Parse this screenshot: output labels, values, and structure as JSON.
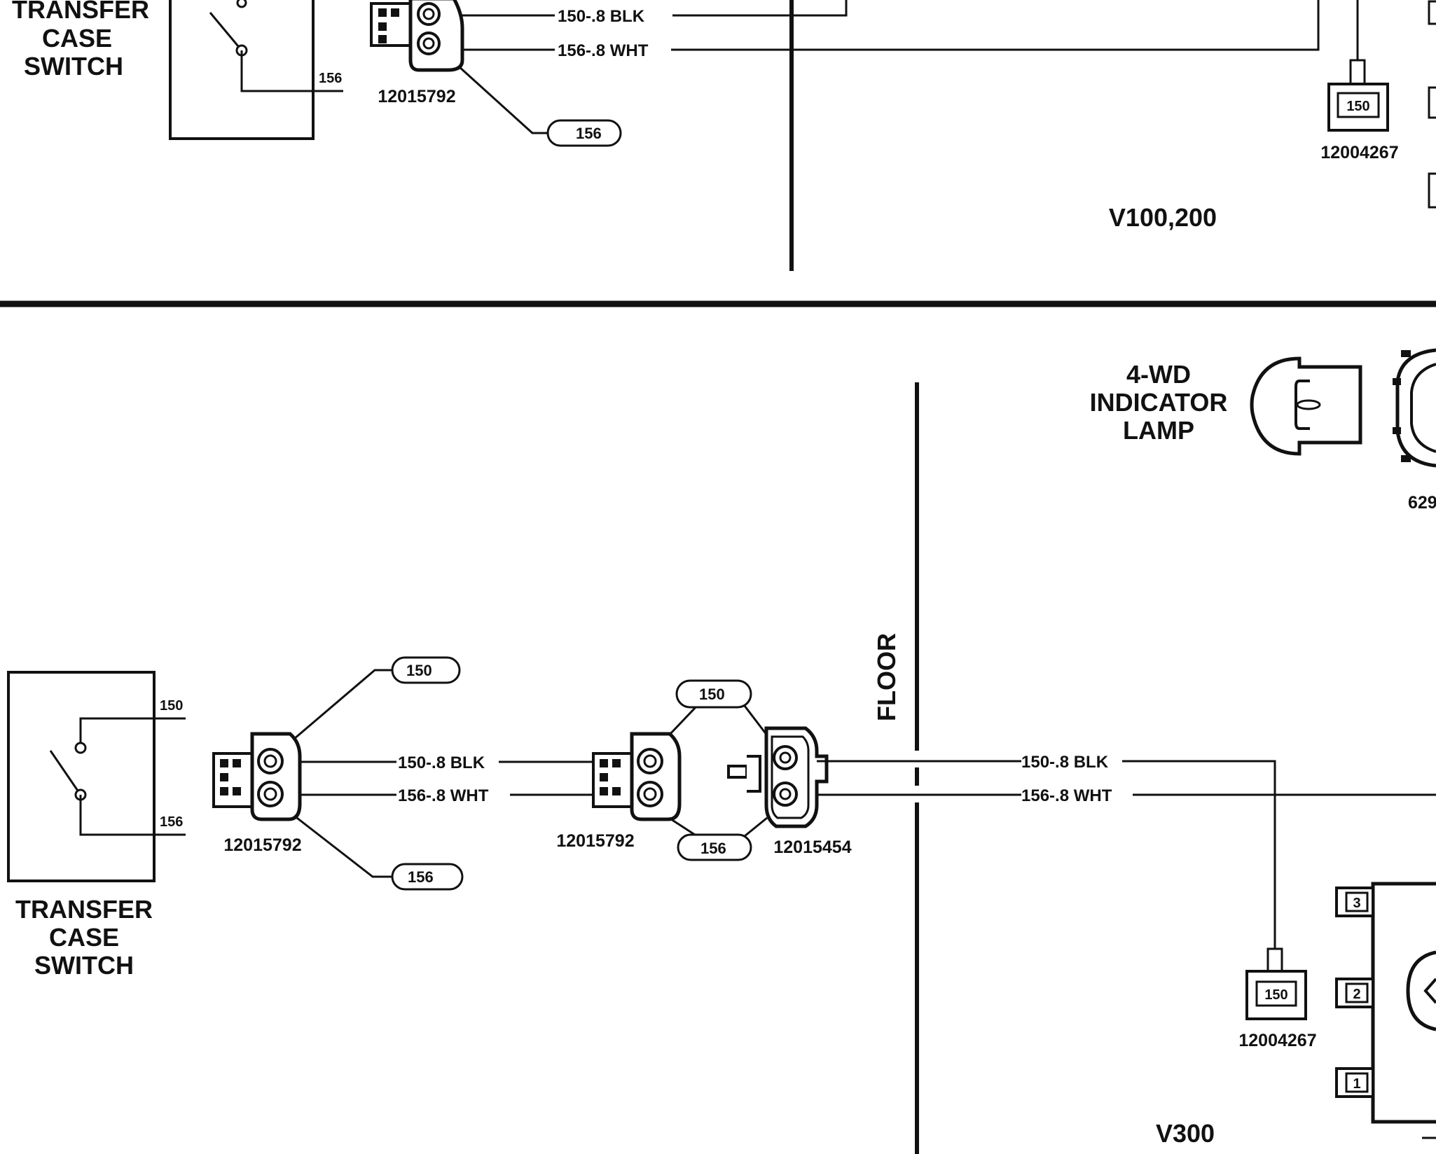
{
  "top": {
    "switch_label": [
      "TRANSFER",
      "CASE",
      "SWITCH"
    ],
    "switch_pin": "156",
    "connector_pn": "12015792",
    "wire_blk": "150-.8 BLK",
    "wire_wht": "156-.8 WHT",
    "pill_156": "156",
    "module_pin": "150",
    "module_pn": "12004267",
    "variant": "V100,200"
  },
  "bottom": {
    "lamp_label": [
      "4-WD",
      "INDICATOR",
      "LAMP"
    ],
    "lamp_pn": "629",
    "floor_label": "FLOOR",
    "switch_label": [
      "TRANSFER",
      "CASE",
      "SWITCH"
    ],
    "switch_pin_150": "150",
    "switch_pin_156": "156",
    "conn1_pn": "12015792",
    "pill_150_a": "150",
    "pill_156_a": "156",
    "wire_blk_a": "150-.8 BLK",
    "wire_wht_a": "156-.8 WHT",
    "conn2_pn": "12015792",
    "pill_150_b": "150",
    "pill_156_b": "156",
    "conn3_pn": "12015454",
    "wire_blk_b": "150-.8 BLK",
    "wire_wht_b": "156-.8 WHT",
    "module_pin": "150",
    "module_pn": "12004267",
    "terminal_3": "3",
    "terminal_2": "2",
    "terminal_1": "1",
    "variant": "V300"
  }
}
